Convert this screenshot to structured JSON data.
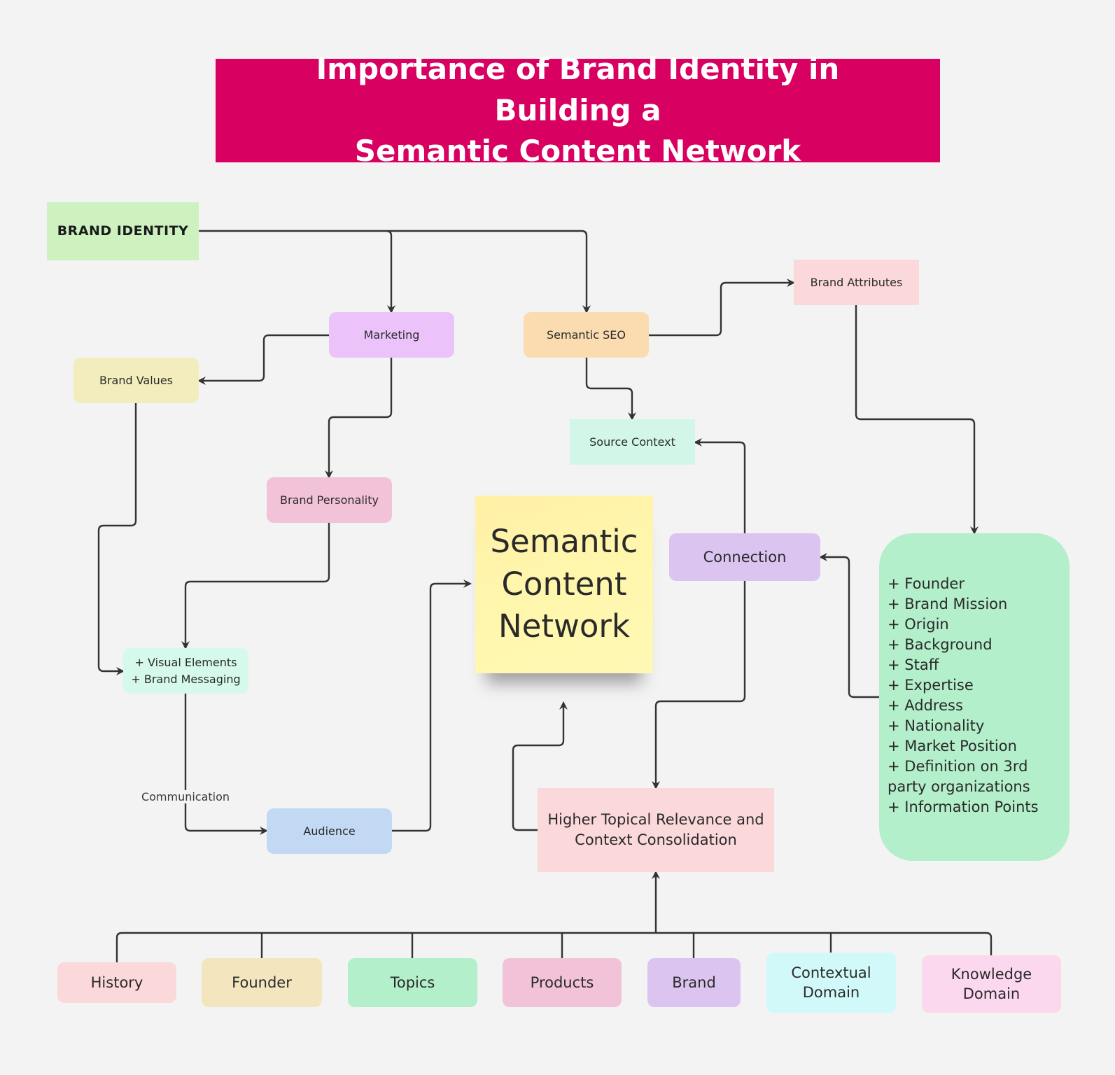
{
  "title": {
    "line1": "Importance of Brand Identity in Building a",
    "line2": "Semantic Content Network"
  },
  "nodes": {
    "brand_identity": "BRAND IDENTITY",
    "marketing": "Marketing",
    "semantic_seo": "Semantic SEO",
    "brand_attributes": "Brand Attributes",
    "brand_values": "Brand Values",
    "source_context": "Source Context",
    "brand_personality": "Brand Personality",
    "visual_elements": [
      "+ Visual Elements",
      "+ Brand Messaging"
    ],
    "audience": "Audience",
    "connection": "Connection",
    "semantic_content_network": [
      "Semantic",
      "Content",
      "Network"
    ],
    "higher_relevance": [
      "Higher Topical Relevance and",
      "Context Consolidation"
    ],
    "communication": "Communication"
  },
  "founder_list": [
    "+ Founder",
    "+ Brand Mission",
    "+ Origin",
    "+ Background",
    "+ Staff",
    "+ Expertise",
    "+ Address",
    "+ Nationality",
    "+ Market Position",
    "+ Definition on 3rd party organizations",
    "+ Information Points"
  ],
  "bottom_items": {
    "history": "History",
    "founder": "Founder",
    "topics": "Topics",
    "products": "Products",
    "brand": "Brand",
    "contextual_domain": [
      "Contextual",
      "Domain"
    ],
    "knowledge_domain": [
      "Knowledge",
      "Domain"
    ]
  },
  "colors": {
    "background": "#f3f3f3",
    "title_bg": "#d80060",
    "connector": "#333333"
  }
}
